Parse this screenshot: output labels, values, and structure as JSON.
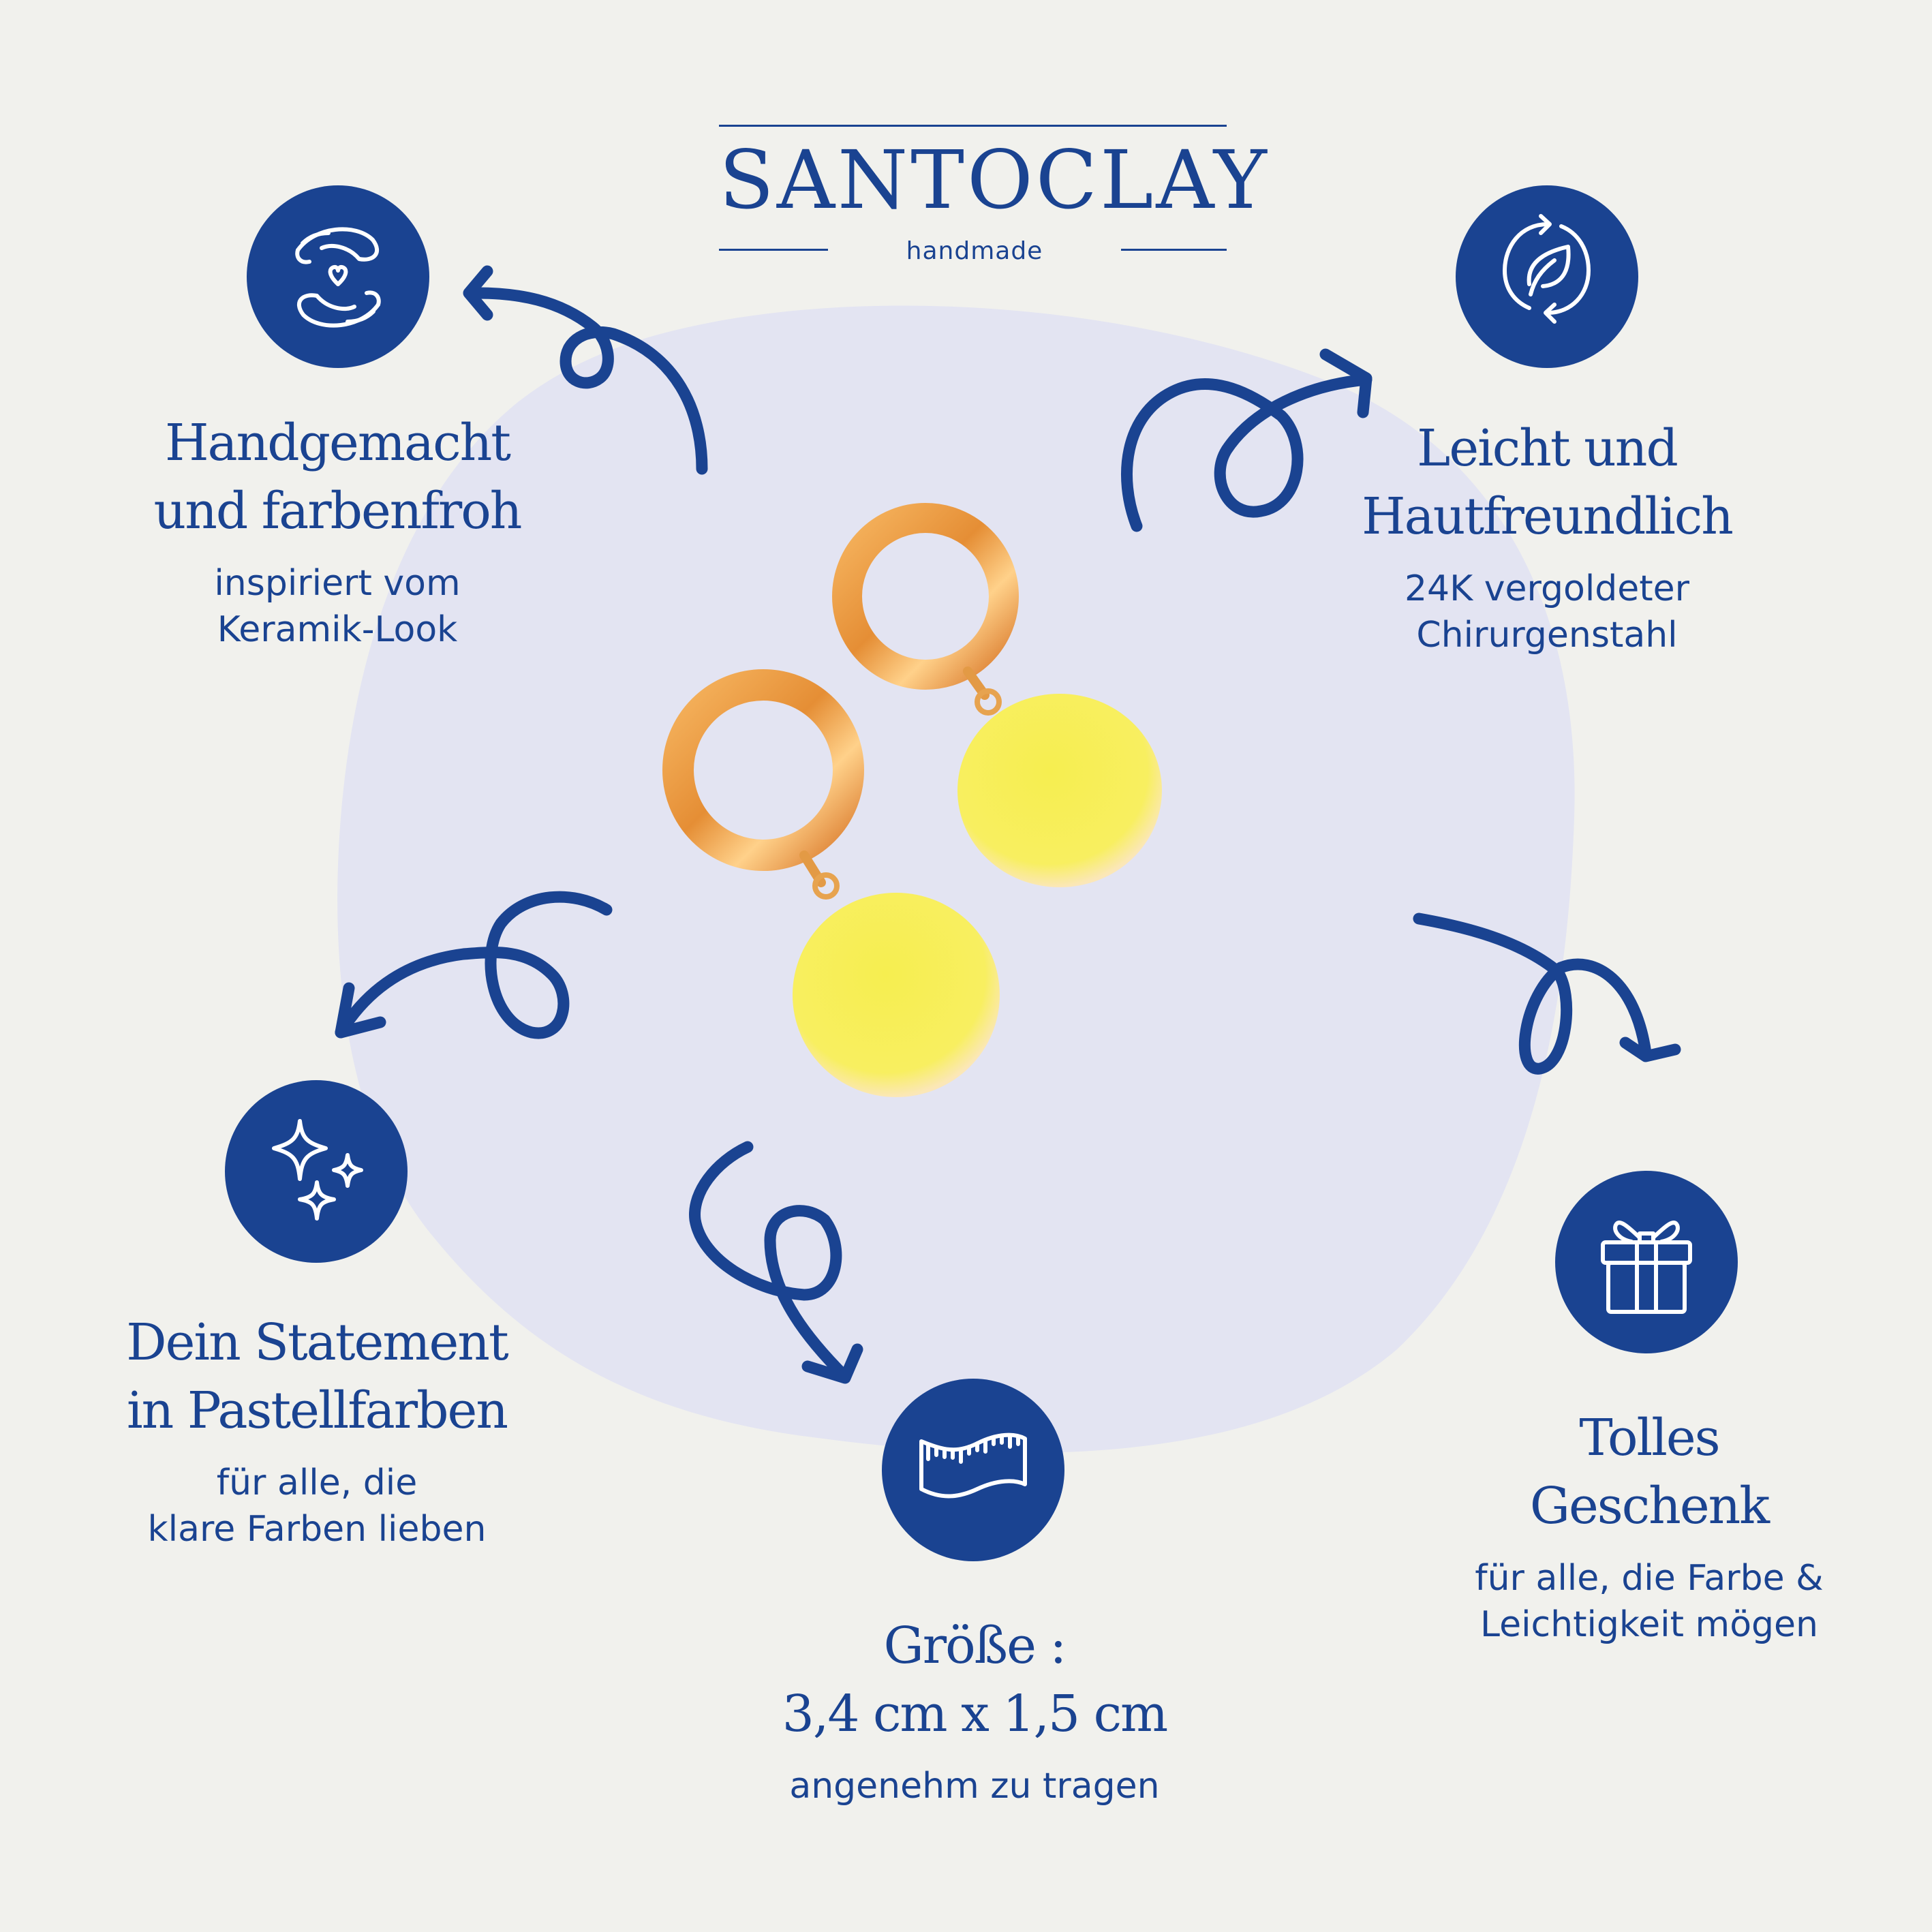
{
  "brand": {
    "name": "SANTOCLAY",
    "tagline": "handmade"
  },
  "colors": {
    "background": "#F1F1ED",
    "blob": "#E3E4F2",
    "navy": "#1A4391",
    "gold": "#E9A04A",
    "yellow": "#F7EE55"
  },
  "features": [
    {
      "icon": "hands-heart-icon",
      "title_lines": [
        "Handgemacht",
        "und farbenfroh"
      ],
      "sub_lines": [
        "inspiriert vom",
        "Keramik-Look"
      ]
    },
    {
      "icon": "recycle-leaf-icon",
      "title_lines": [
        "Leicht und",
        "Hautfreundlich"
      ],
      "sub_lines": [
        "24K vergoldeter",
        "Chirurgenstahl"
      ]
    },
    {
      "icon": "sparkles-icon",
      "title_lines": [
        "Dein Statement",
        "in Pastellfarben"
      ],
      "sub_lines": [
        "für alle, die",
        "klare Farben lieben"
      ]
    },
    {
      "icon": "measuring-tape-icon",
      "title_lines": [
        "Größe :",
        "3,4 cm x 1,5 cm"
      ],
      "sub_lines": [
        "angenehm zu tragen"
      ]
    },
    {
      "icon": "gift-icon",
      "title_lines": [
        "Tolles",
        "Geschenk"
      ],
      "sub_lines": [
        "für alle, die Farbe &",
        "Leichtigkeit mögen"
      ]
    }
  ],
  "product": {
    "description": "gold hoop earrings with yellow clay disc pendants"
  }
}
